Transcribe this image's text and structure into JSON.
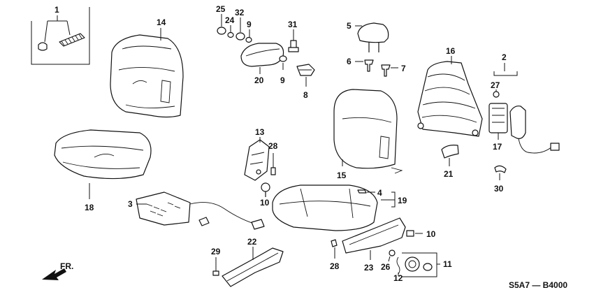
{
  "diagram": {
    "callouts": {
      "n1": "1",
      "n2": "2",
      "n3": "3",
      "n4": "4",
      "n5": "5",
      "n6": "6",
      "n7": "7",
      "n8": "8",
      "n9a": "9",
      "n9b": "9",
      "n10a": "10",
      "n10b": "10",
      "n11": "11",
      "n12": "12",
      "n13": "13",
      "n14": "14",
      "n15": "15",
      "n16": "16",
      "n17": "17",
      "n18": "18",
      "n19": "19",
      "n20": "20",
      "n21": "21",
      "n22": "22",
      "n23": "23",
      "n24": "24",
      "n25": "25",
      "n26": "26",
      "n27": "27",
      "n28a": "28",
      "n28b": "28",
      "n29": "29",
      "n30": "30",
      "n31": "31",
      "n32": "32"
    },
    "front_marker": "FR.",
    "diagram_code": "S5A7 — B4000"
  }
}
